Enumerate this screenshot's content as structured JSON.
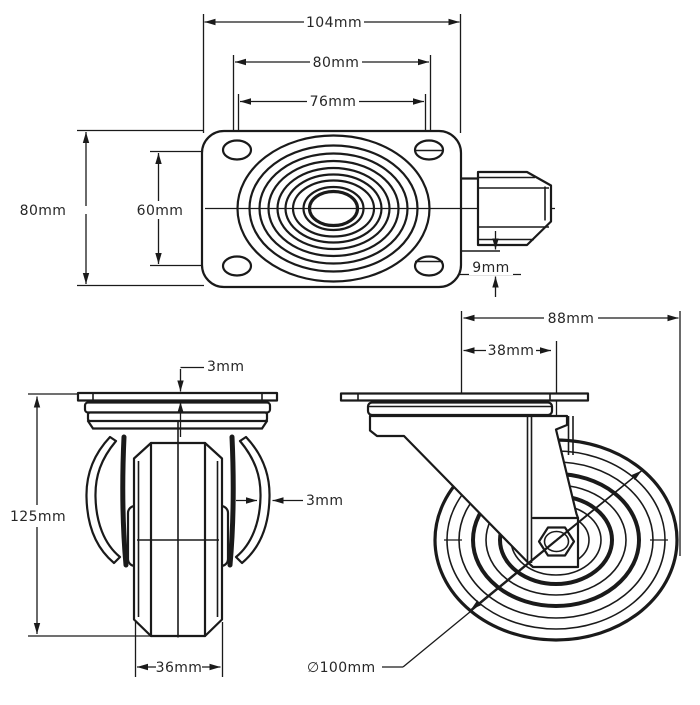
{
  "drawing": {
    "colors": {
      "background": "#ffffff",
      "line": "#1a1a1a",
      "text": "#262626"
    },
    "views": {
      "top_plan": {
        "dims": {
          "overall_width": "104mm",
          "slot_spacing": "80mm",
          "hole_spacing": "76mm",
          "plate_depth": "80mm",
          "hole_spacing_vertical": "60mm",
          "hub_offset": "9mm"
        }
      },
      "front": {
        "dims": {
          "plate_thickness": "3mm",
          "overall_height": "125mm",
          "fork_thickness": "3mm",
          "wheel_width": "36mm"
        }
      },
      "side": {
        "dims": {
          "overall_length": "88mm",
          "swivel_offset": "38mm",
          "wheel_diameter": "∅100mm"
        }
      }
    }
  }
}
